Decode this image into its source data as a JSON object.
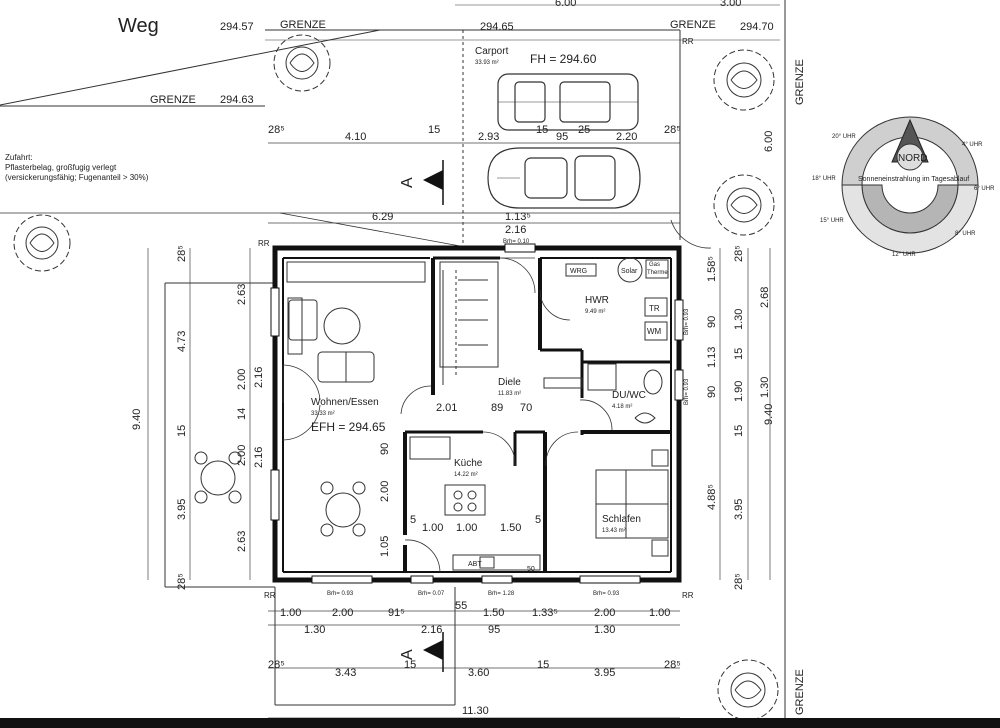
{
  "street_label": "Weg",
  "boundary": {
    "label": "GRENZE",
    "elevations": [
      "294.57",
      "294.63",
      "294.65",
      "294.70"
    ]
  },
  "carport": {
    "label": "Carport",
    "area": "33.93 m²",
    "fh": "FH = 294.60"
  },
  "access_note": {
    "line1": "Zufahrt:",
    "line2": "Pflasterbelag, großfugig verlegt",
    "line3": "(versickerungsfähig; Fugenanteil > 30%)"
  },
  "section_marker": "A",
  "rooms": {
    "wohnen": {
      "label": "Wohnen/Essen",
      "area": "33.33 m²",
      "efh": "EFH = 294.65"
    },
    "diele": {
      "label": "Diele",
      "area": "11.83 m²"
    },
    "hwr": {
      "label": "HWR",
      "area": "9.49 m²"
    },
    "duwc": {
      "label": "DU/WC",
      "area": "4.18 m²"
    },
    "kueche": {
      "label": "Küche",
      "area": "14.22 m²"
    },
    "schlafen": {
      "label": "Schlafen",
      "area": "13.43 m²"
    }
  },
  "fixtures": {
    "wrg": "WRG",
    "solar": "Solar",
    "therme": "Therme",
    "gas": "Gas",
    "tr": "TR",
    "wm": "WM"
  },
  "markers": {
    "rr": "RR",
    "brh_top": "Brh= 0.10",
    "brh_093": "Brh= 0.93",
    "brh_007": "Brh= 0.07",
    "brh_128": "Brh= 1.28"
  },
  "sun_diagram": {
    "north": "NORD",
    "title": "Sonneneinstrahlung im Tagesablauf",
    "hours": [
      "20° UHR",
      "18° UHR",
      "15° UHR",
      "12° UHR",
      "8° UHR",
      "6° UHR",
      "4° UHR"
    ]
  },
  "dims_top": [
    "6.00",
    "3.00",
    "294.65",
    "28⁵",
    "4.10",
    "15",
    "2.93",
    "15",
    "95",
    "25",
    "2.20",
    "28⁵",
    "6.29",
    "1.13⁵",
    "2.16"
  ],
  "dims_bottom": [
    "1.00",
    "2.00",
    "91⁵",
    "55",
    "1.50",
    "1.33⁵",
    "2.00",
    "1.00",
    "1.30",
    "2.16",
    "95",
    "1.30",
    "28⁵",
    "3.43",
    "15",
    "3.60",
    "15",
    "3.95",
    "28⁵",
    "11.30"
  ],
  "dims_left": [
    "28⁵",
    "4.73",
    "9.40",
    "15",
    "3.95",
    "28⁵",
    "2.63",
    "2.00",
    "14",
    "2.00",
    "2.63",
    "2.16",
    "2.16"
  ],
  "dims_right": [
    "28⁵",
    "1.58⁵",
    "2.68",
    "90",
    "1.30",
    "1.13",
    "15",
    "90",
    "1.90",
    "1.30",
    "15",
    "4.88⁵",
    "3.95",
    "9.40",
    "28⁵",
    "6.00"
  ],
  "dims_inner": [
    "2.01",
    "89",
    "70",
    "90",
    "2.00",
    "1.05",
    "5",
    "1.00",
    "1.00",
    "1.50",
    "5",
    "ABT",
    "50"
  ]
}
